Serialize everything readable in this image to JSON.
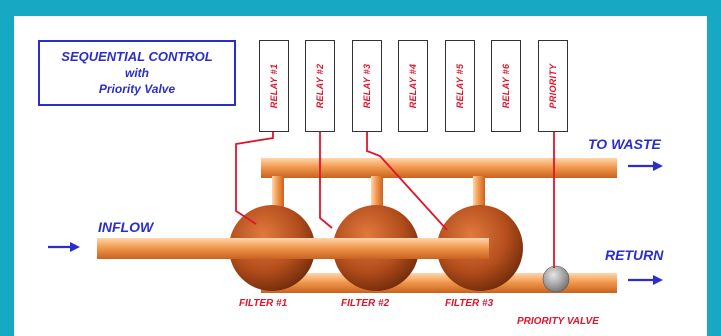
{
  "title": {
    "line1": "SEQUENTIAL CONTROL",
    "line2": "with",
    "line3": "Priority Valve"
  },
  "relays": [
    "RELAY #1",
    "RELAY #2",
    "RELAY #3",
    "RELAY #4",
    "RELAY #5",
    "RELAY #6",
    "PRIORITY"
  ],
  "labels": {
    "to_waste": "TO WASTE",
    "inflow": "INFLOW",
    "return": "RETURN"
  },
  "filters": [
    "FILTER #1",
    "FILTER #2",
    "FILTER #3"
  ],
  "priority_valve_label": "PRIORITY VALVE",
  "colors": {
    "frame": "#17a8c4",
    "blue": "#2b2fc9",
    "red": "#e0152b",
    "pipe": "#f29a4f",
    "tank": "#b34d1c",
    "valve": "#9a9a9a"
  }
}
